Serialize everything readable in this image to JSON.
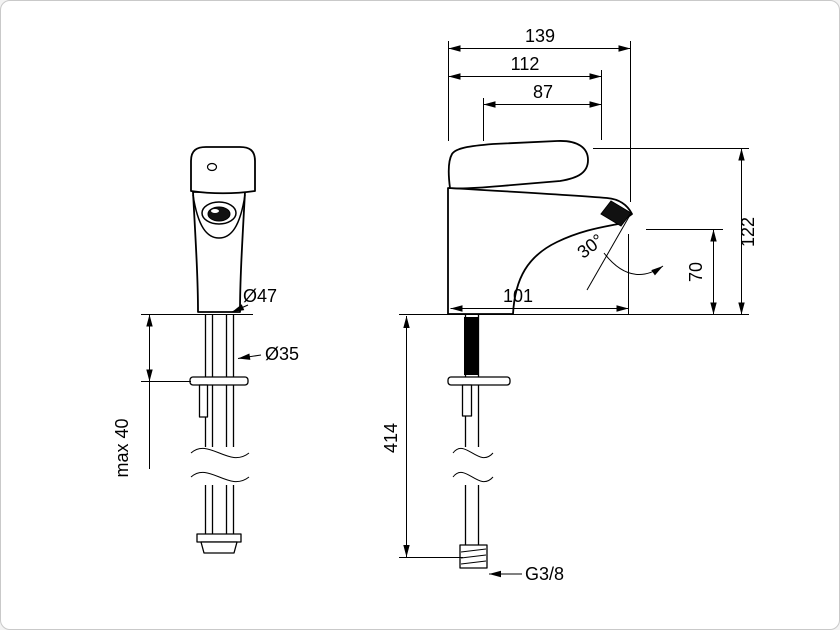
{
  "colors": {
    "background": "#ffffff",
    "line": "#000000",
    "border": "#c9c9c9"
  },
  "dimensions": {
    "overall_width": "139",
    "width_to_outlet": "112",
    "handle_width": "87",
    "overall_height": "122",
    "outlet_height": "70",
    "spout_reach": "101",
    "spray_angle": "30°",
    "base_diameter": "Ø47",
    "hole_diameter": "Ø35",
    "max_mounting_thickness": "max 40",
    "hose_length": "414",
    "connection_thread": "G3/8"
  }
}
